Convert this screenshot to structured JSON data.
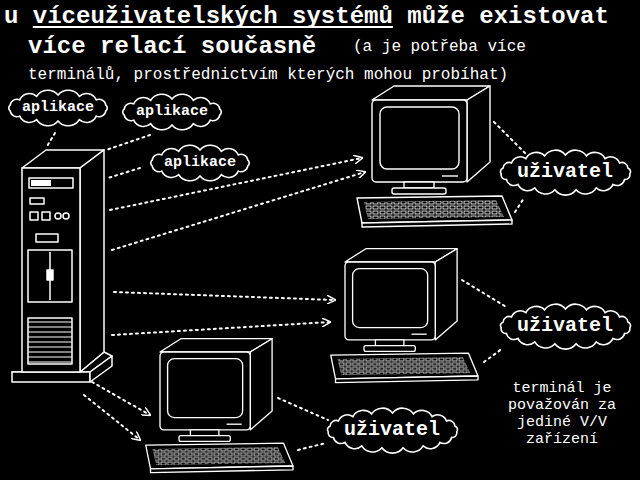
{
  "diagram": {
    "title": "u víceuživatelských systémů může existovat více relací současně",
    "nodes": [
      {
        "text": [
          "aplikace"
        ]
      },
      {
        "text": [
          "aplikace"
        ]
      },
      {
        "text": [
          "aplikace"
        ]
      },
      {
        "text": [
          "uživatel"
        ]
      },
      {
        "text": [
          "uživatel"
        ]
      },
      {
        "text": [
          "uživatel"
        ]
      }
    ],
    "labels": [
      "(a je potřeba více terminálů, prostřednictvím kterých mohou probíhat)",
      "terminál je považován za jediné V/V zařízení"
    ]
  }
}
